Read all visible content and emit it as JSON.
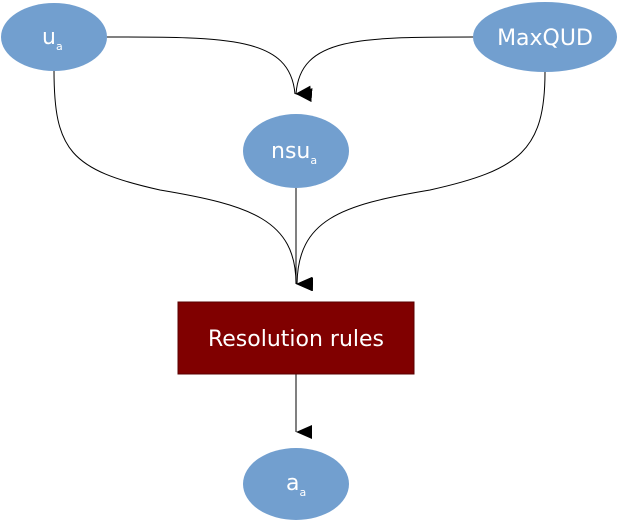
{
  "nodes": {
    "ua": {
      "base": "u",
      "sub": "a"
    },
    "maxqud": {
      "label": "MaxQUD"
    },
    "nsua": {
      "base": "nsu",
      "sub": "a"
    },
    "rules": {
      "label": "Resolution rules"
    },
    "aa": {
      "base": "a",
      "sub": "a"
    }
  },
  "colors": {
    "ellipse_fill": "#729fcf",
    "box_fill": "#800000",
    "edge": "#000000",
    "text": "#ffffff"
  }
}
